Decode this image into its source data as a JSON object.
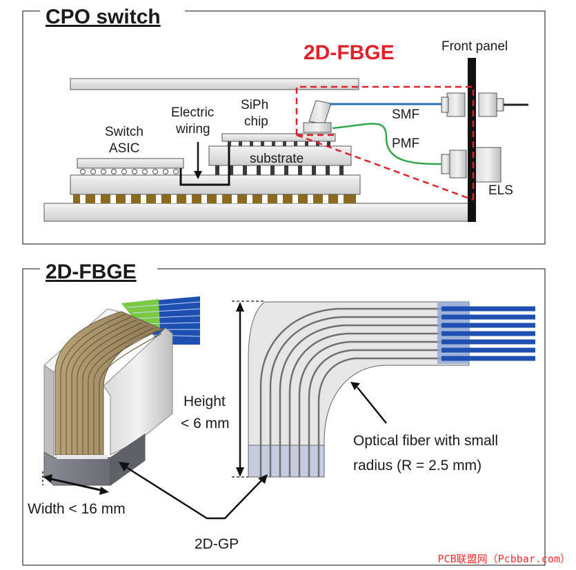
{
  "top_panel": {
    "title": "CPO switch",
    "highlight": "2D-FBGE",
    "labels": {
      "front_panel": "Front panel",
      "siph_line1": "SiPh",
      "siph_line2": "chip",
      "electric_line1": "Electric",
      "electric_line2": "wiring",
      "switch_line1": "Switch",
      "switch_line2": "ASIC",
      "substrate": "substrate",
      "smf": "SMF",
      "pmf": "PMF",
      "els": "ELS"
    }
  },
  "bottom_panel": {
    "title": "2D-FBGE",
    "labels": {
      "height_line1": "Height",
      "height_line2": "< 6 mm",
      "width": "Width < 16 mm",
      "gp": "2D-GP",
      "fiber_line1": "Optical fiber with small",
      "fiber_line2": "radius  (R = 2.5 mm)"
    }
  },
  "watermark": "PCB联盟网（Pcbbar.com）",
  "colors": {
    "highlight_red": "#e3202a",
    "smf_blue": "#2a6fbf",
    "pmf_green": "#2fa84a",
    "fiber_blue": "#1f4fb0",
    "fiber_green": "#7ac943",
    "pad_brown": "#8a6a1e"
  }
}
